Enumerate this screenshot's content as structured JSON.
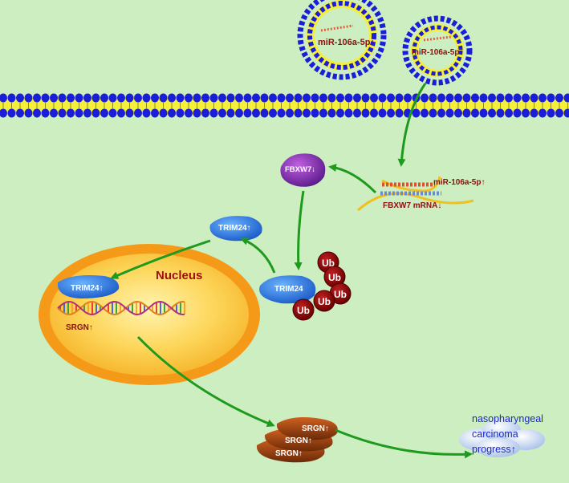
{
  "labels": {
    "exosome1_mir": "miR-106a-5p↑",
    "exosome2_mir": "miR-106a-5p↑",
    "fbxw7_protein": "FBXW7↓",
    "mir_binding": "miR-106a-5p↑",
    "fbxw7_mrna": "FBXW7 mRNA↓",
    "trim24_upper": "TRIM24↑",
    "trim24_ub": "TRIM24",
    "ub": "Ub",
    "nucleus_title": "Nucleus",
    "trim24_nucleus": "TRIM24↑",
    "srgn_gene": "SRGN↑",
    "srgn_protein": "SRGN↑",
    "outcome_line1": "nasopharyngeal",
    "outcome_line2": "carcinoma",
    "outcome_line3": "progress↑"
  },
  "colors": {
    "background": "#cdeec0",
    "membrane_head": "#1a1ed8",
    "membrane_tail": "#f4ef3a",
    "arrow": "#1e9a1e",
    "label_dark_red": "#8a1010",
    "ub": "#8a0000",
    "trim24": "#2a78e0",
    "fbxw7": "#8a2ab0",
    "nucleus_outer": "#f5a020",
    "nucleus_inner": "#fde27a",
    "srgn_protein": "#a04010",
    "outcome_text": "#1a2ac8"
  }
}
